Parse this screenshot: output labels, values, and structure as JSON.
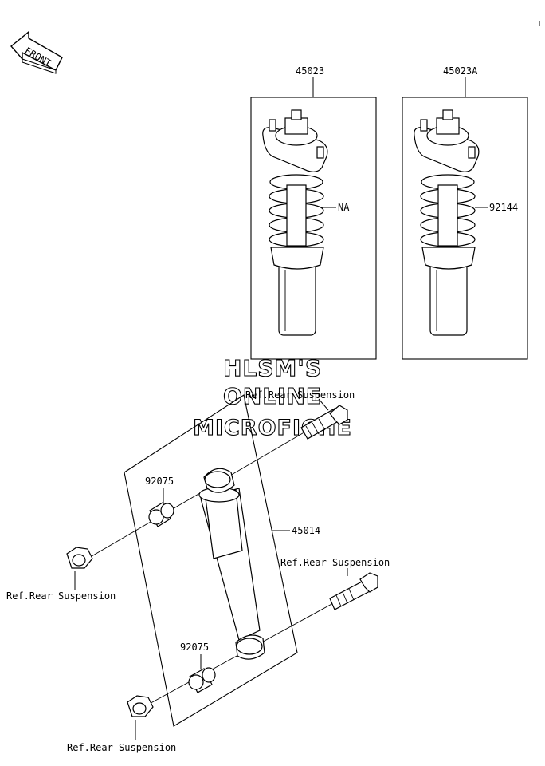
{
  "front_arrow": {
    "label": "FRONT",
    "icon": "front-arrow-icon"
  },
  "watermark": {
    "line1": "HLSM'S",
    "line2": "ONLINE",
    "line3": "MICROFICHE"
  },
  "parts": {
    "left_assembly_number": "45023",
    "right_assembly_number": "45023A",
    "left_spring_label": "NA",
    "right_spring_label": "92144",
    "shock_number": "45014",
    "bushing_top": "92075",
    "bushing_bottom": "92075"
  },
  "refs": {
    "upper_right": "Ref.Rear Suspension",
    "left": "Ref.Rear Suspension",
    "right": "Ref.Rear Suspension",
    "bottom": "Ref.Rear Suspension"
  }
}
